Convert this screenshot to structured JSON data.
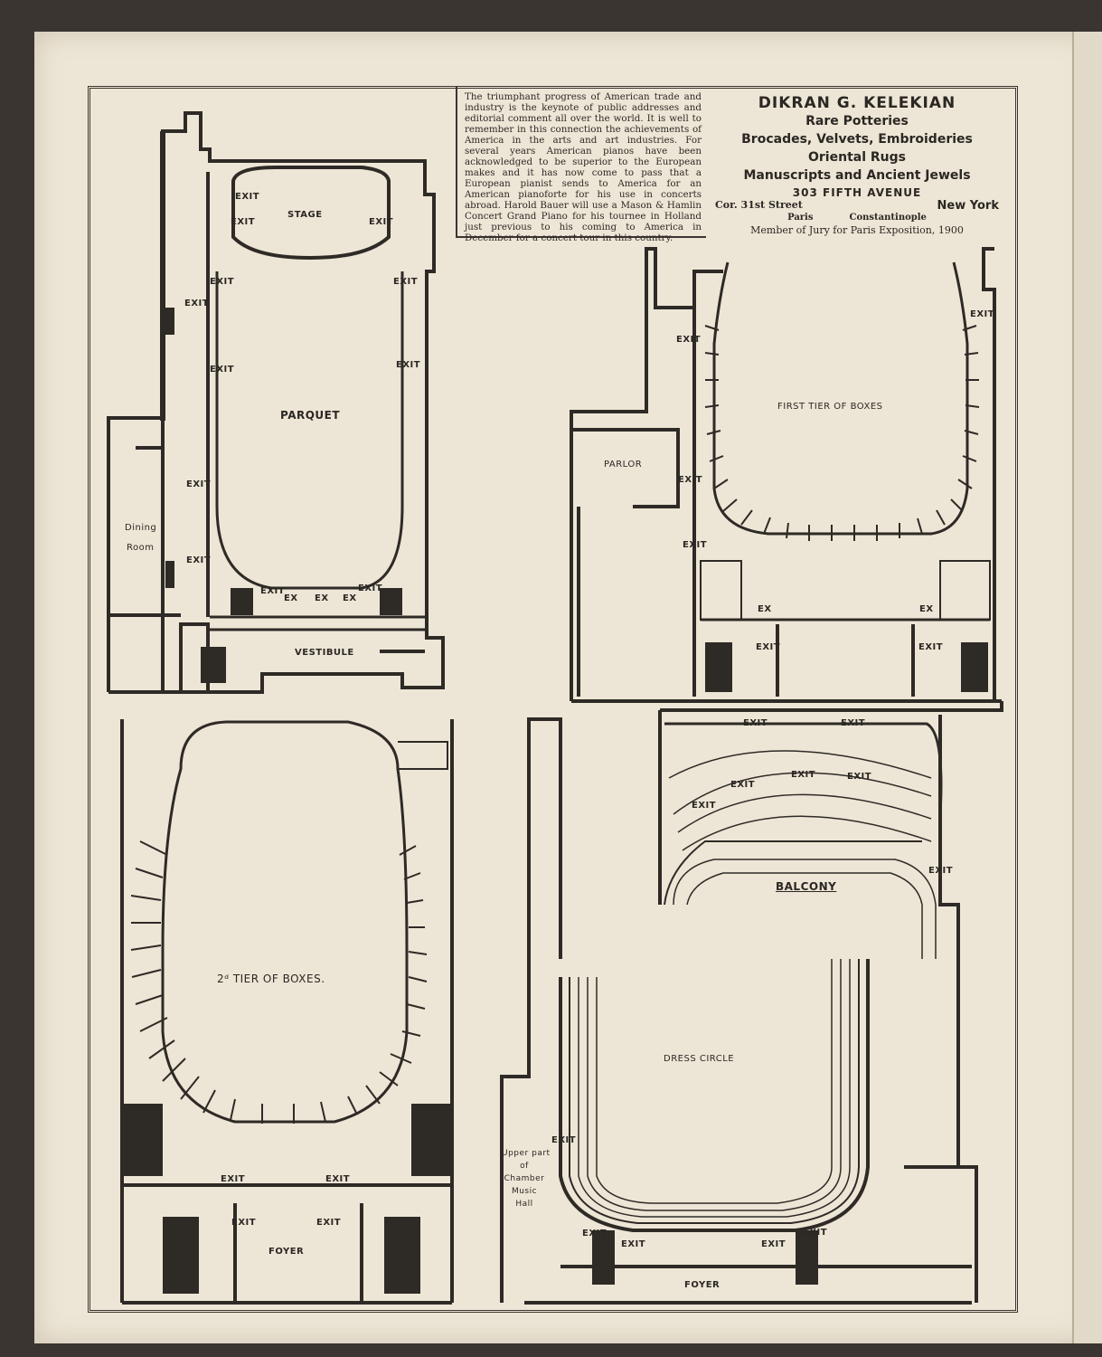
{
  "article": {
    "text": "The triumphant progress of American trade and industry is the keynote of public addresses and editorial comment all over the world. It is well to remember in this connection the achievements of America in the arts and art industries. For several years American pianos have been acknowledged to be superior to the European makes and it has now come to pass that a European pianist sends to America for an American pianoforte for his use in concerts abroad. Harold Bauer will use a Mason & Hamlin Concert Grand Piano for his tournee in Holland just previous to his coming to America in December for a concert tour in this country."
  },
  "ad": {
    "name": "DIKRAN G. KELEKIAN",
    "lines": [
      "Rare Potteries",
      "Brocades, Velvets, Embroideries",
      "Oriental Rugs",
      "Manuscripts and Ancient Jewels"
    ],
    "address": "303 FIFTH AVENUE",
    "corner": "Cor. 31st Street",
    "city": "New York",
    "city2": "Paris",
    "city3": "Constantinople",
    "jury": "Member of Jury for Paris Exposition, 1900"
  },
  "plans": {
    "parquet": {
      "stage": "STAGE",
      "parquet": "PARQUET",
      "vestibule": "VESTIBULE",
      "dining1": "Dining",
      "dining2": "Room",
      "exit": "EXIT",
      "ex": "EX"
    },
    "first_tier": {
      "title": "FIRST TIER OF BOXES",
      "parlor": "PARLOR",
      "exit": "EXIT",
      "ex": "EX"
    },
    "second_tier": {
      "title": "2ᵈ TIER OF BOXES.",
      "foyer": "FOYER",
      "exit": "EXIT"
    },
    "balcony": {
      "balcony": "BALCONY",
      "dress_circle": "DRESS CIRCLE",
      "foyer": "FOYER",
      "exit": "EXIT",
      "chamber1": "Upper part",
      "chamber2": "of",
      "chamber3": "Chamber",
      "chamber4": "Music",
      "chamber5": "Hall"
    }
  }
}
